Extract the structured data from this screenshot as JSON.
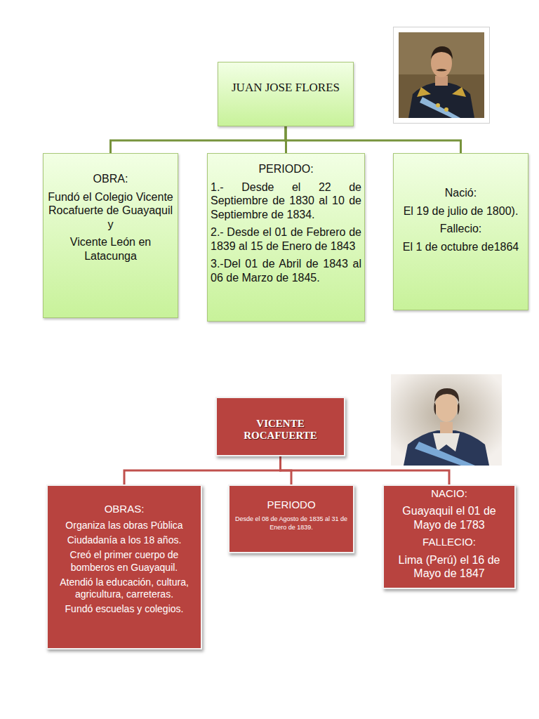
{
  "diagram": {
    "nodes": [
      {
        "text": [
          "JUAN JOSE FLORES"
        ]
      },
      {
        "text": [
          "OBRA:",
          "Fundó el Colegio Vicente Rocafuerte de Guayaquil y",
          "Vicente León en Latacunga"
        ]
      },
      {
        "text": [
          "PERIODO:",
          "1.- Desde el 22 de Septiembre de 1830 al 10 de Septiembre de 1834.",
          "2.- Desde el 01 de Febrero de 1839 al 15 de Enero de 1843",
          "3.-Del 01 de Abril de 1843 al 06 de Marzo de 1845."
        ]
      },
      {
        "text": [
          "Nació:",
          "El 19 de julio de 1800).",
          "Fallecio:",
          "El 1 de octubre de1864"
        ]
      },
      {
        "text": [
          "VICENTE ROCAFUERTE"
        ]
      },
      {
        "text": [
          "OBRAS:",
          "Organiza las obras Pública",
          "Ciudadanía a los 18 años.",
          "Creó el primer cuerpo de bomberos en Guayaquil.",
          "Atendió la educación, cultura, agricultura, carreteras.",
          "Fundó escuelas y colegios."
        ]
      },
      {
        "text": [
          "PERIODO",
          "Desde el 08 de Agosto de 1835 al 31 de Enero de 1839."
        ]
      },
      {
        "text": [
          "NACIO:",
          "Guayaquil el 01 de Mayo de 1783",
          "FALLECIO:",
          "Lima (Perú) el 16 de Mayo de 1847"
        ]
      }
    ],
    "edges": [
      {
        "from": 0,
        "to": 1,
        "arrow": "none"
      },
      {
        "from": 0,
        "to": 2,
        "arrow": "none"
      },
      {
        "from": 0,
        "to": 3,
        "arrow": "none"
      },
      {
        "from": 4,
        "to": 5,
        "arrow": "none"
      },
      {
        "from": 4,
        "to": 6,
        "arrow": "none"
      },
      {
        "from": 4,
        "to": 7,
        "arrow": "none"
      }
    ]
  }
}
